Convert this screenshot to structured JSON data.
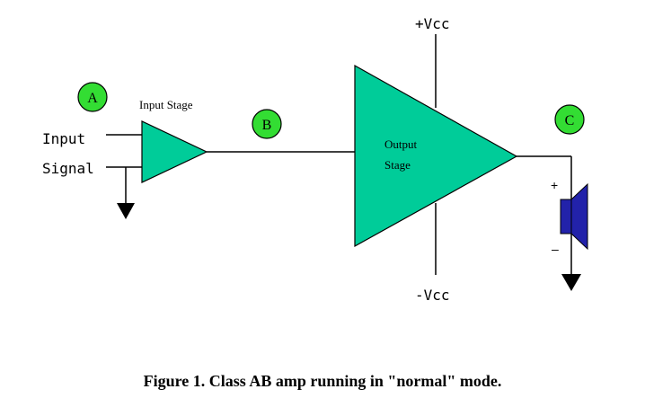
{
  "labels": {
    "vcc_pos": "+Vcc",
    "vcc_neg": "-Vcc",
    "input_line1": "Input",
    "input_line2": "Signal",
    "input_stage": "Input Stage",
    "output_stage_line1": "Output",
    "output_stage_line2": "Stage",
    "speaker_plus": "+",
    "speaker_minus": "–"
  },
  "nodes": [
    {
      "label": "A"
    },
    {
      "label": "B"
    },
    {
      "label": "C"
    }
  ],
  "caption": "Figure 1. Class AB amp running in \"normal\" mode.",
  "colors": {
    "amplifier_fill": "#00cc99",
    "node_fill": "#33dd33",
    "speaker_fill": "#2222aa",
    "line": "#000000"
  }
}
